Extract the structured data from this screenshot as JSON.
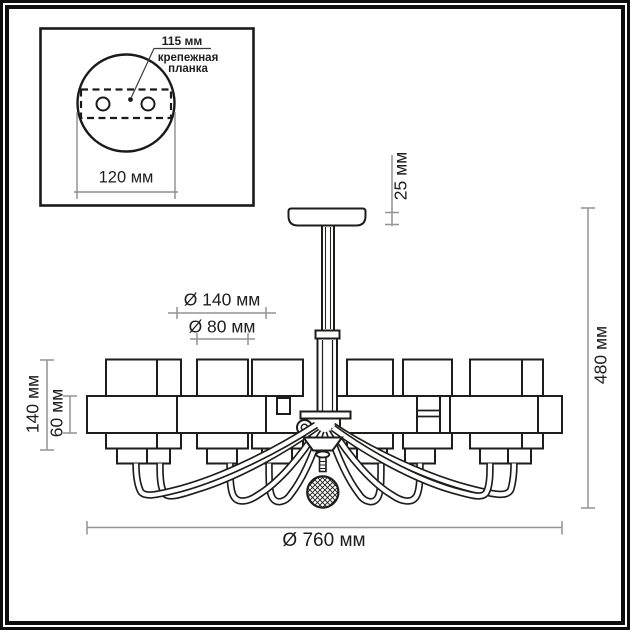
{
  "diagram": {
    "inset": {
      "plate_offset": "115 мм",
      "plate_name_line1": "крепежная",
      "plate_name_line2": "планка",
      "base_diameter": "120 мм"
    },
    "dims": {
      "canopy_thickness": "25 мм",
      "shade_outer_diameter": "Ø 140 мм",
      "shade_top_diameter": "Ø 80 мм",
      "shade_height": "140 мм",
      "shade_band_height": "60 мм",
      "total_height": "480 мм",
      "total_diameter": "Ø 760 мм"
    },
    "colors": {
      "line": "#1d1d1b",
      "dimension_line": "#949494",
      "background": "#ffffff"
    }
  }
}
